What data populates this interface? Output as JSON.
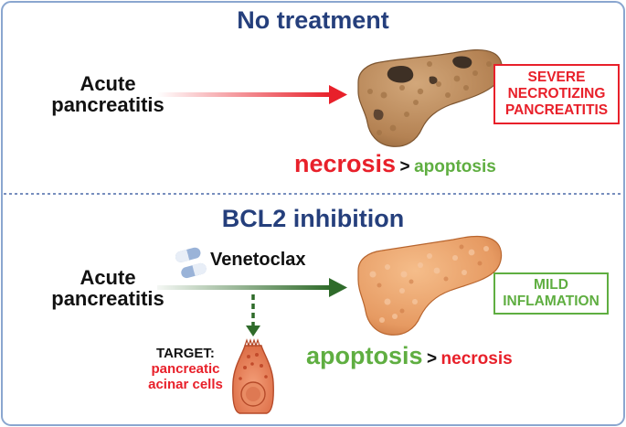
{
  "top_panel": {
    "title": "No treatment",
    "condition_line1": "Acute",
    "condition_line2": "pancreatitis",
    "outcome_line1": "SEVERE",
    "outcome_line2": "NECROTIZING",
    "outcome_line3": "PANCREATITIS",
    "primary_process": "necrosis",
    "comparator": ">",
    "secondary_process": "apoptosis"
  },
  "bottom_panel": {
    "title": "BCL2 inhibition",
    "drug": "Venetoclax",
    "condition_line1": "Acute",
    "condition_line2": "pancreatitis",
    "target_label": "TARGET:",
    "target_line1": "pancreatic",
    "target_line2": "acinar cells",
    "outcome_line1": "MILD",
    "outcome_line2": "INFLAMATION",
    "primary_process": "apoptosis",
    "comparator": ">",
    "secondary_process": "necrosis"
  },
  "colors": {
    "title_blue": "#253f7c",
    "red": "#e8202a",
    "green": "#5fae41",
    "dark_green": "#2f6b2a",
    "frame": "#8aa6cf",
    "pancreas_necrotic": "#b9865a",
    "pancreas_healthy": "#e9a06a"
  },
  "icons": [
    "pill-icon",
    "necrotic-pancreas-icon",
    "pancreas-icon",
    "acinar-cell-icon"
  ]
}
